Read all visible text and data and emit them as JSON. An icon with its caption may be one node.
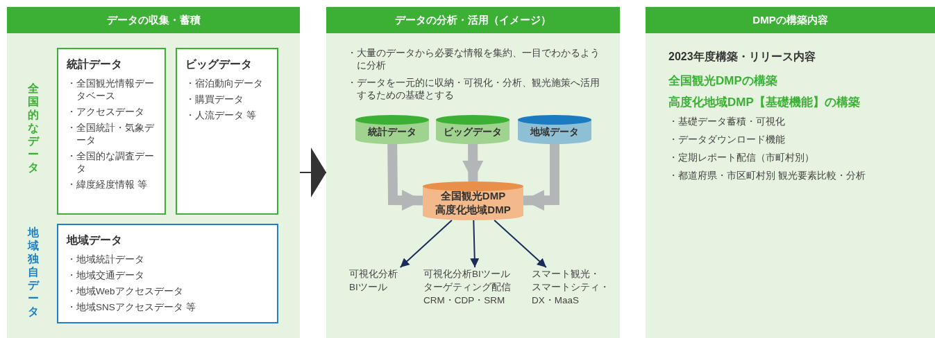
{
  "diagram": {
    "nodes": [
      {
        "text": [
          "データの収集・蓄積"
        ]
      },
      {
        "text": [
          "統計データ",
          "・全国観光情報データベース",
          "・アクセスデータ",
          "・全国統計・気象データ",
          "・全国的な調査データ",
          "・緯度経度情報 等"
        ],
        "in": 0
      },
      {
        "text": [
          "ビッグデータ",
          "・宿泊動向データ",
          "・購買データ",
          "・人流データ 等"
        ],
        "in": 0
      },
      {
        "text": [
          "地域データ",
          "・地域統計データ",
          "・地域交通データ",
          "・地域Webアクセスデータ",
          "・地域SNSアクセスデータ 等"
        ],
        "in": 0
      },
      {
        "text": [
          "データの分析・活用（イメージ）",
          "・大量のデータから必要な情報を集約、一目でわかるように分析",
          "・データを一元的に収納・可視化・分析、観光施策へ活用するための基礎とする"
        ]
      },
      {
        "text": [
          "統計データ"
        ],
        "in": 4
      },
      {
        "text": [
          "ビッグデータ"
        ],
        "in": 4
      },
      {
        "text": [
          "地域データ"
        ],
        "in": 4
      },
      {
        "text": [
          "全国観光DMP",
          "高度化地域DMP"
        ],
        "in": 4
      },
      {
        "text": [
          "可視化分析",
          "BIツール"
        ],
        "in": 4
      },
      {
        "text": [
          "可視化分析BIツール",
          "ターゲティング配信",
          "CRM・CDP・SRM"
        ],
        "in": 4
      },
      {
        "text": [
          "スマート観光・",
          "スマートシティ・",
          "DX・MaaS"
        ],
        "in": 4
      },
      {
        "text": [
          "DMPの構築内容",
          "2023年度構築・リリース内容",
          "全国観光DMPの構築",
          "高度化地域DMP【基礎機能】の構築",
          "・基礎データ蓄積・可視化",
          "・データダウンロード機能",
          "・定期レポート配信（市町村別）",
          "・都道府県・市区町村別 観光要素比較・分析"
        ]
      }
    ],
    "edges": [
      {
        "from": 0,
        "to": 4,
        "arrow": "to",
        "color": "#333333"
      },
      {
        "from": 5,
        "to": 8,
        "arrow": "to",
        "style": "thick",
        "color": "#b3b6b7"
      },
      {
        "from": 6,
        "to": 8,
        "arrow": "to",
        "style": "thick",
        "color": "#b3b6b7"
      },
      {
        "from": 7,
        "to": 8,
        "arrow": "to",
        "style": "thick",
        "color": "#b3b6b7"
      },
      {
        "from": 8,
        "to": 9,
        "arrow": "to",
        "color": "#1b2c5a"
      },
      {
        "from": 8,
        "to": 10,
        "arrow": "to",
        "color": "#1b2c5a"
      },
      {
        "from": 8,
        "to": 11,
        "arrow": "to",
        "color": "#1b2c5a"
      }
    ],
    "labels": [
      "全国的なデータ",
      "地域独自データ"
    ]
  }
}
